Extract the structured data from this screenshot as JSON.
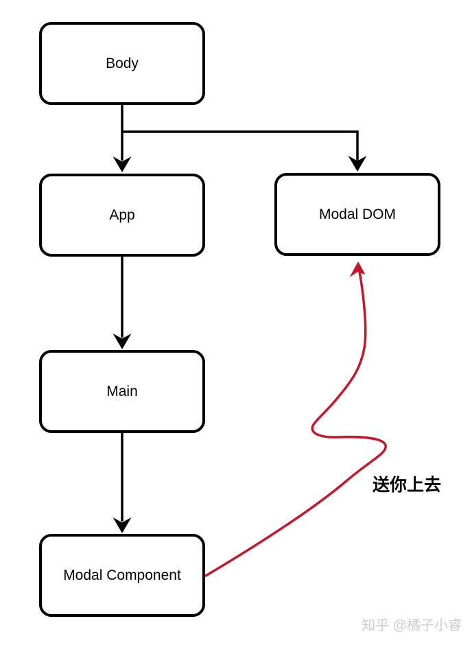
{
  "diagram": {
    "nodes": [
      {
        "id": "body",
        "label": "Body"
      },
      {
        "id": "app",
        "label": "App"
      },
      {
        "id": "modal-dom",
        "label": "Modal DOM"
      },
      {
        "id": "main",
        "label": "Main"
      },
      {
        "id": "modal-component",
        "label": "Modal Component"
      }
    ],
    "edges": [
      {
        "from": "Body",
        "to": "App"
      },
      {
        "from": "Body",
        "to": "Modal DOM"
      },
      {
        "from": "App",
        "to": "Main"
      },
      {
        "from": "Main",
        "to": "Modal Component"
      },
      {
        "from": "Modal Component",
        "to": "Modal DOM",
        "label": "送你上去",
        "style": "highlight"
      }
    ],
    "red_edge_label": "送你上去"
  },
  "watermark": "知乎 @橘子小睿",
  "colors": {
    "node_fill": "#ffffff",
    "node_border": "#000000",
    "connector": "#000000",
    "highlight": "#c2182d",
    "label_text": "#000000",
    "watermark_text": "#cccccc"
  }
}
